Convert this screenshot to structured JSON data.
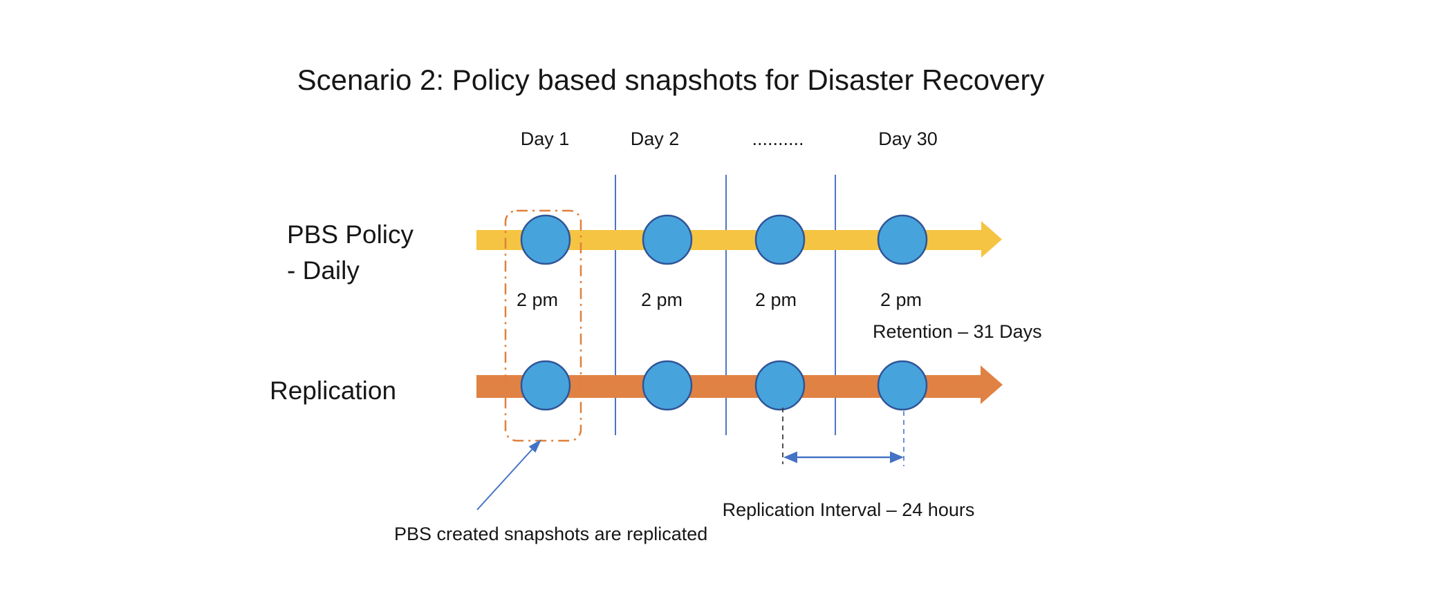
{
  "title": "Scenario 2: Policy based snapshots for Disaster Recovery",
  "timeline": {
    "day_labels": [
      "Day 1",
      "Day 2",
      "..........",
      "Day 30"
    ]
  },
  "pbs_row": {
    "label_line1": "PBS Policy",
    "label_line2": "- Daily",
    "snapshot_times": [
      "2 pm",
      "2 pm",
      "2 pm",
      "2 pm"
    ]
  },
  "replication_row": {
    "label": "Replication"
  },
  "annotations": {
    "retention": "Retention – 31 Days",
    "replication_interval": "Replication Interval – 24 hours",
    "snapshot_note": "PBS created snapshots are replicated"
  },
  "colors": {
    "pbs_arrow_yellow": "#F6C443",
    "replication_arrow_orange": "#E08244",
    "snapshot_fill_blue": "#47A3DC",
    "snapshot_stroke_blue": "#2F5597",
    "connector_blue": "#4472C4",
    "highlight_box_orange": "#E0803C"
  }
}
